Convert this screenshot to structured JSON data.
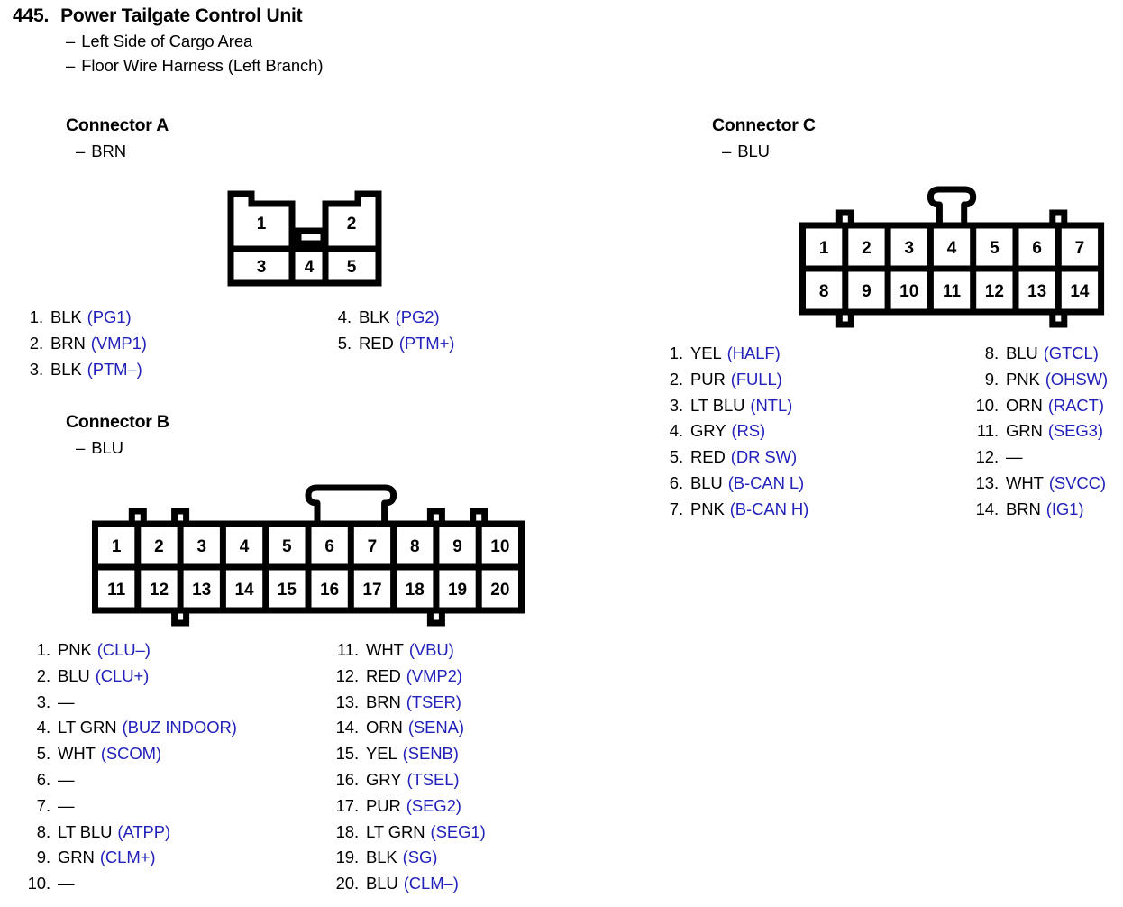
{
  "header": {
    "item_number": "445.",
    "title": "Power Tailgate Control Unit",
    "dash": "–",
    "sub_lines": [
      "Left Side of Cargo Area",
      "Floor Wire Harness (Left Branch)"
    ]
  },
  "connectors": [
    {
      "id": "a",
      "heading": "Connector A",
      "color": "BRN",
      "dash": "–",
      "shape": "five-cavity",
      "cavity_labels": [
        "1",
        "2",
        "3",
        "4",
        "5"
      ],
      "pins_left": [
        {
          "num": "1.",
          "wire": "BLK",
          "code": "(PG1)"
        },
        {
          "num": "2.",
          "wire": "BRN",
          "code": "(VMP1)"
        },
        {
          "num": "3.",
          "wire": "BLK",
          "code": "(PTM–)"
        }
      ],
      "pins_right": [
        {
          "num": "4.",
          "wire": "BLK",
          "code": "(PG2)"
        },
        {
          "num": "5.",
          "wire": "RED",
          "code": "(PTM+)"
        }
      ]
    },
    {
      "id": "b",
      "heading": "Connector B",
      "color": "BLU",
      "dash": "–",
      "shape": "grid",
      "columns": 10,
      "row_top": [
        "1",
        "2",
        "3",
        "4",
        "5",
        "6",
        "7",
        "8",
        "9",
        "10"
      ],
      "row_bottom": [
        "11",
        "12",
        "13",
        "14",
        "15",
        "16",
        "17",
        "18",
        "19",
        "20"
      ],
      "top_tabs_after_col": [
        1,
        2,
        8,
        9
      ],
      "bottom_tabs_after_col": [
        2,
        8
      ],
      "latch_span_cols": [
        6,
        7
      ],
      "pins_left": [
        {
          "num": "1.",
          "wire": "PNK",
          "code": "(CLU–)"
        },
        {
          "num": "2.",
          "wire": "BLU",
          "code": "(CLU+)"
        },
        {
          "num": "3.",
          "wire": "—",
          "code": ""
        },
        {
          "num": "4.",
          "wire": "LT GRN",
          "code": "(BUZ INDOOR)"
        },
        {
          "num": "5.",
          "wire": "WHT",
          "code": "(SCOM)"
        },
        {
          "num": "6.",
          "wire": "—",
          "code": ""
        },
        {
          "num": "7.",
          "wire": "—",
          "code": ""
        },
        {
          "num": "8.",
          "wire": "LT BLU",
          "code": "(ATPP)"
        },
        {
          "num": "9.",
          "wire": "GRN",
          "code": "(CLM+)"
        },
        {
          "num": "10.",
          "wire": "—",
          "code": ""
        }
      ],
      "pins_right": [
        {
          "num": "11.",
          "wire": "WHT",
          "code": "(VBU)"
        },
        {
          "num": "12.",
          "wire": "RED",
          "code": "(VMP2)"
        },
        {
          "num": "13.",
          "wire": "BRN",
          "code": "(TSER)"
        },
        {
          "num": "14.",
          "wire": "ORN",
          "code": "(SENA)"
        },
        {
          "num": "15.",
          "wire": "YEL",
          "code": "(SENB)"
        },
        {
          "num": "16.",
          "wire": "GRY",
          "code": "(TSEL)"
        },
        {
          "num": "17.",
          "wire": "PUR",
          "code": "(SEG2)"
        },
        {
          "num": "18.",
          "wire": "LT GRN",
          "code": "(SEG1)"
        },
        {
          "num": "19.",
          "wire": "BLK",
          "code": "(SG)"
        },
        {
          "num": "20.",
          "wire": "BLU",
          "code": "(CLM–)"
        }
      ]
    },
    {
      "id": "c",
      "heading": "Connector C",
      "color": "BLU",
      "dash": "–",
      "shape": "grid",
      "columns": 7,
      "row_top": [
        "1",
        "2",
        "3",
        "4",
        "5",
        "6",
        "7"
      ],
      "row_bottom": [
        "8",
        "9",
        "10",
        "11",
        "12",
        "13",
        "14"
      ],
      "top_tabs_after_col": [
        1,
        6
      ],
      "bottom_tabs_after_col": [
        1,
        6
      ],
      "latch_span_cols": [
        4,
        4
      ],
      "pins_left": [
        {
          "num": "1.",
          "wire": "YEL",
          "code": "(HALF)"
        },
        {
          "num": "2.",
          "wire": "PUR",
          "code": "(FULL)"
        },
        {
          "num": "3.",
          "wire": "LT BLU",
          "code": "(NTL)"
        },
        {
          "num": "4.",
          "wire": "GRY",
          "code": "(RS)"
        },
        {
          "num": "5.",
          "wire": "RED",
          "code": "(DR SW)"
        },
        {
          "num": "6.",
          "wire": "BLU",
          "code": "(B-CAN L)"
        },
        {
          "num": "7.",
          "wire": "PNK",
          "code": "(B-CAN H)"
        }
      ],
      "pins_right": [
        {
          "num": "8.",
          "wire": "BLU",
          "code": "(GTCL)"
        },
        {
          "num": "9.",
          "wire": "PNK",
          "code": "(OHSW)"
        },
        {
          "num": "10.",
          "wire": "ORN",
          "code": "(RACT)"
        },
        {
          "num": "11.",
          "wire": "GRN",
          "code": "(SEG3)"
        },
        {
          "num": "12.",
          "wire": "—",
          "code": ""
        },
        {
          "num": "13.",
          "wire": "WHT",
          "code": "(SVCC)"
        },
        {
          "num": "14.",
          "wire": "BRN",
          "code": "(IG1)"
        }
      ]
    }
  ],
  "style": {
    "code_color": "#2222bb",
    "line_color": "#000000",
    "background": "#ffffff"
  }
}
